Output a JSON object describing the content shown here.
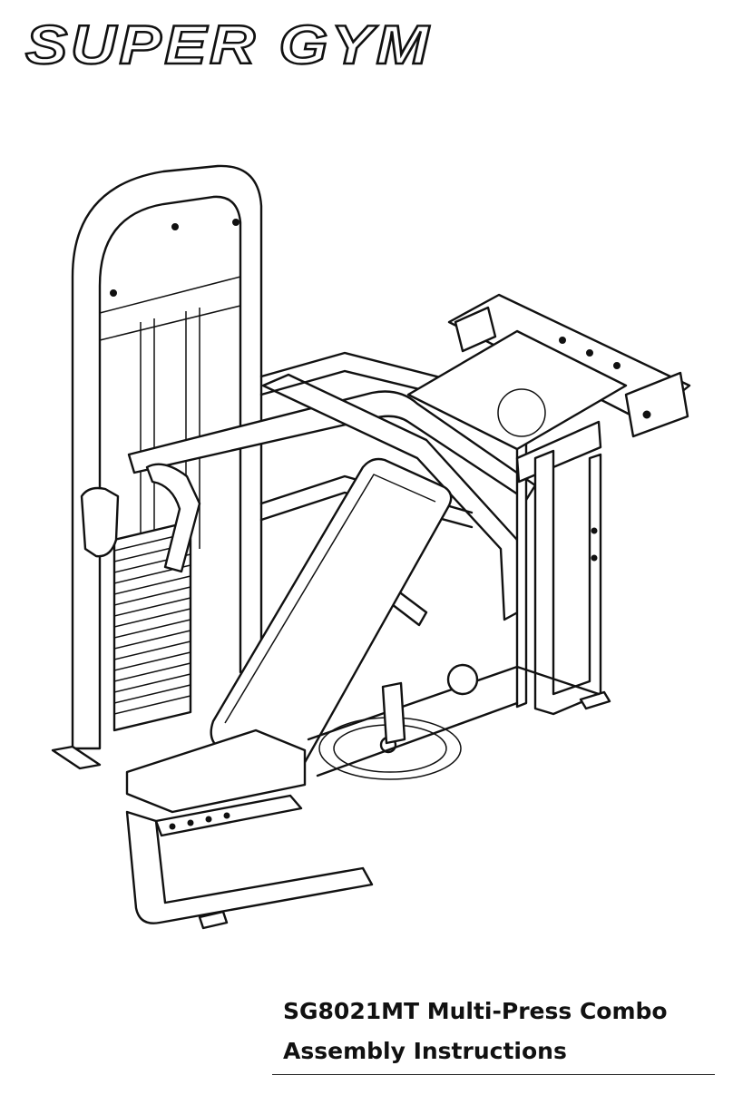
{
  "brand": {
    "name": "SUPER GYM"
  },
  "title": {
    "model_line": "SG8021MT Multi-Press Combo",
    "subtitle_line": "Assembly Instructions"
  },
  "colors": {
    "ink": "#111111",
    "paper": "#ffffff"
  }
}
